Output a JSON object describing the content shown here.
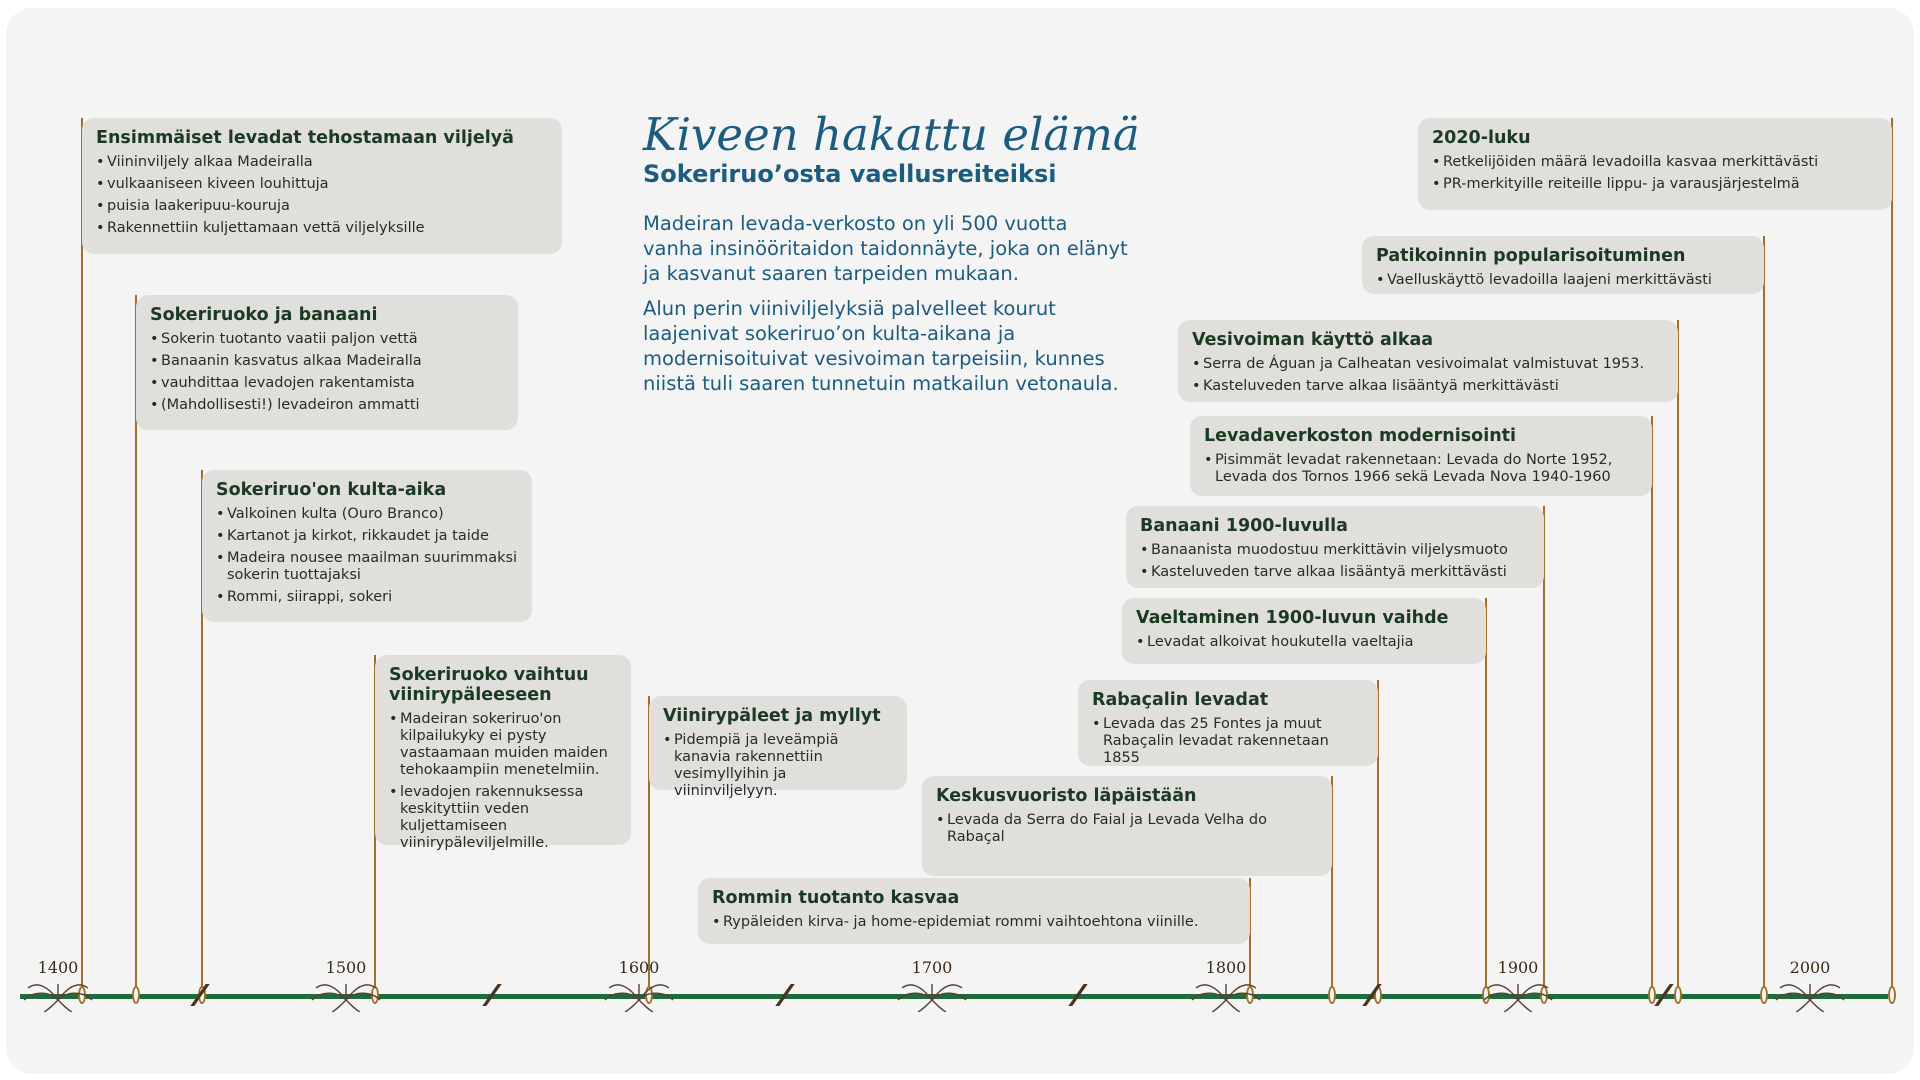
{
  "title": "Kiveen hakattu elämä",
  "subtitle": "Sokeriruo’osta vaellusreiteiksi",
  "intro": [
    "Madeiran levada-verkosto on yli 500 vuotta vanha insinööritaidon taidonnäyte, joka on elänyt ja kasvanut saaren tarpeiden mukaan.",
    "Alun perin viiniviljelyksiä palvelleet kourut laajenivat sokeriruo’on kulta-aikana ja modernisoituivat vesivoiman tarpeisiin, kunnes niistä tuli saaren tunnetuin matkailun vetonaula."
  ],
  "years": [
    "1400",
    "1500",
    "1600",
    "1700",
    "1800",
    "1900",
    "2000"
  ],
  "colors": {
    "axis": "#1d6b3a",
    "marker": "#a0702a",
    "card": "#e0dfdb",
    "heading": "#1b3a22",
    "title": "#1c5c7f"
  },
  "events": [
    {
      "title": "Ensimmäiset levadat tehostamaan viljelyä",
      "bullets": [
        "Viininviljely alkaa Madeiralla",
        "vulkaaniseen kiveen louhittuja",
        "puisia laakeripuu-kouruja",
        "Rakennettiin kuljettamaan vettä viljelyksille"
      ]
    },
    {
      "title": "Sokeriruoko ja banaani",
      "bullets": [
        "Sokerin tuotanto vaatii paljon vettä",
        "Banaanin kasvatus alkaa Madeiralla",
        "vauhdittaa levadojen rakentamista",
        "(Mahdollisesti!) levadeiron ammatti"
      ]
    },
    {
      "title": "Sokeriruo'on kulta-aika",
      "bullets": [
        "Valkoinen kulta (Ouro Branco)",
        "Kartanot ja kirkot, rikkaudet ja taide",
        "Madeira nousee maailman suurimmaksi sokerin tuottajaksi",
        "Rommi, siirappi, sokeri"
      ]
    },
    {
      "title": "Sokeriruoko vaihtuu viinirypäleeseen",
      "bullets": [
        "Madeiran sokeriruo'on kilpailukyky ei pysty vastaamaan muiden maiden tehokaampiin menetelmiin.",
        "levadojen rakennuksessa keskityttiin veden kuljettamiseen viinirypäleviljelmille."
      ]
    },
    {
      "title": "Viinirypäleet ja myllyt",
      "bullets": [
        "Pidempiä ja leveämpiä kanavia rakennettiin vesimyllyihin ja viininviljelyyn."
      ]
    },
    {
      "title": "Rommin tuotanto kasvaa",
      "bullets": [
        "Rypäleiden kirva- ja home-epidemiat rommi vaihtoehtona viinille."
      ]
    },
    {
      "title": "Keskusvuoristo läpäistään",
      "bullets": [
        "Levada da Serra do Faial ja Levada Velha do Rabaçal"
      ]
    },
    {
      "title": "Rabaçalin levadat",
      "bullets": [
        "Levada das 25 Fontes ja muut Rabaçalin levadat rakennetaan 1855"
      ]
    },
    {
      "title": "Vaeltaminen 1900-luvun vaihde",
      "bullets": [
        "Levadat alkoivat houkutella vaeltajia"
      ]
    },
    {
      "title": "Banaani 1900-luvulla",
      "bullets": [
        "Banaanista muodostuu merkittävin viljelysmuoto",
        "Kasteluveden tarve alkaa lisääntyä merkittävästi"
      ]
    },
    {
      "title": "Levadaverkoston modernisointi",
      "bullets": [
        "Pisimmät levadat rakennetaan: Levada do Norte 1952, Levada dos Tornos 1966 sekä Levada Nova 1940-1960"
      ]
    },
    {
      "title": "Vesivoiman käyttö alkaa",
      "bullets": [
        "Serra de Águan ja Calheatan vesivoimalat valmistuvat 1953.",
        "Kasteluveden tarve alkaa lisääntyä merkittävästi"
      ]
    },
    {
      "title": "Patikoinnin popularisoituminen",
      "bullets": [
        "Vaelluskäyttö levadoilla laajeni merkittävästi"
      ]
    },
    {
      "title": "2020-luku",
      "bullets": [
        "Retkelijöiden määrä levadoilla kasvaa merkittävästi",
        "PR-merkityille reiteille lippu- ja varausjärjestelmä"
      ]
    }
  ]
}
